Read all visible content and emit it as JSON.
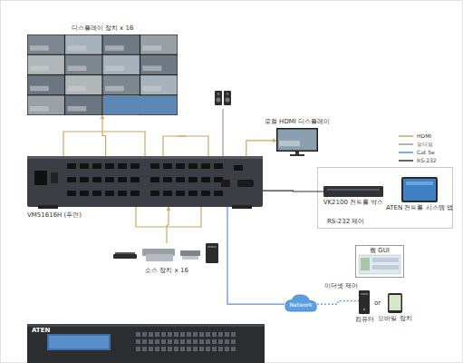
{
  "diagram": {
    "nodes": [
      {
        "text": [
          "디스플레이 장치 x 16"
        ]
      },
      {
        "text": [
          "로컬 HDMI 디스플레이"
        ]
      },
      {
        "text": [
          "VM51616H (후면)"
        ]
      },
      {
        "text": [
          "RS-232 제어"
        ]
      },
      {
        "text": [
          "VK2100 컨트롤 박스"
        ],
        "in": 3
      },
      {
        "text": [
          "ATEN 컨트롤 시스템 앱"
        ],
        "in": 3
      },
      {
        "text": [
          "소스 장치 x 16"
        ]
      },
      {
        "text": [
          "웹 GUI"
        ]
      },
      {
        "text": [
          "Network"
        ]
      },
      {
        "text": [
          "컴퓨터"
        ]
      },
      {
        "text": [
          "모바일 장치"
        ]
      }
    ],
    "edges": [
      {
        "from": 2,
        "to": 0,
        "arrow": "to"
      },
      {
        "from": 2,
        "to": 1,
        "arrow": "to"
      },
      {
        "from": 6,
        "to": 2,
        "arrow": "to"
      },
      {
        "from": 2,
        "to": 4,
        "arrow": "none"
      },
      {
        "from": 2,
        "to": 8,
        "arrow": "none"
      },
      {
        "from": 8,
        "to": 9,
        "arrow": "none"
      }
    ],
    "labels": [
      "이더넷 제어",
      "or",
      "ATEN"
    ],
    "legend": [
      {
        "text": "HDMI"
      },
      {
        "text": "오디오"
      },
      {
        "text": "Cat 5e"
      },
      {
        "text": "RS-232"
      }
    ]
  }
}
